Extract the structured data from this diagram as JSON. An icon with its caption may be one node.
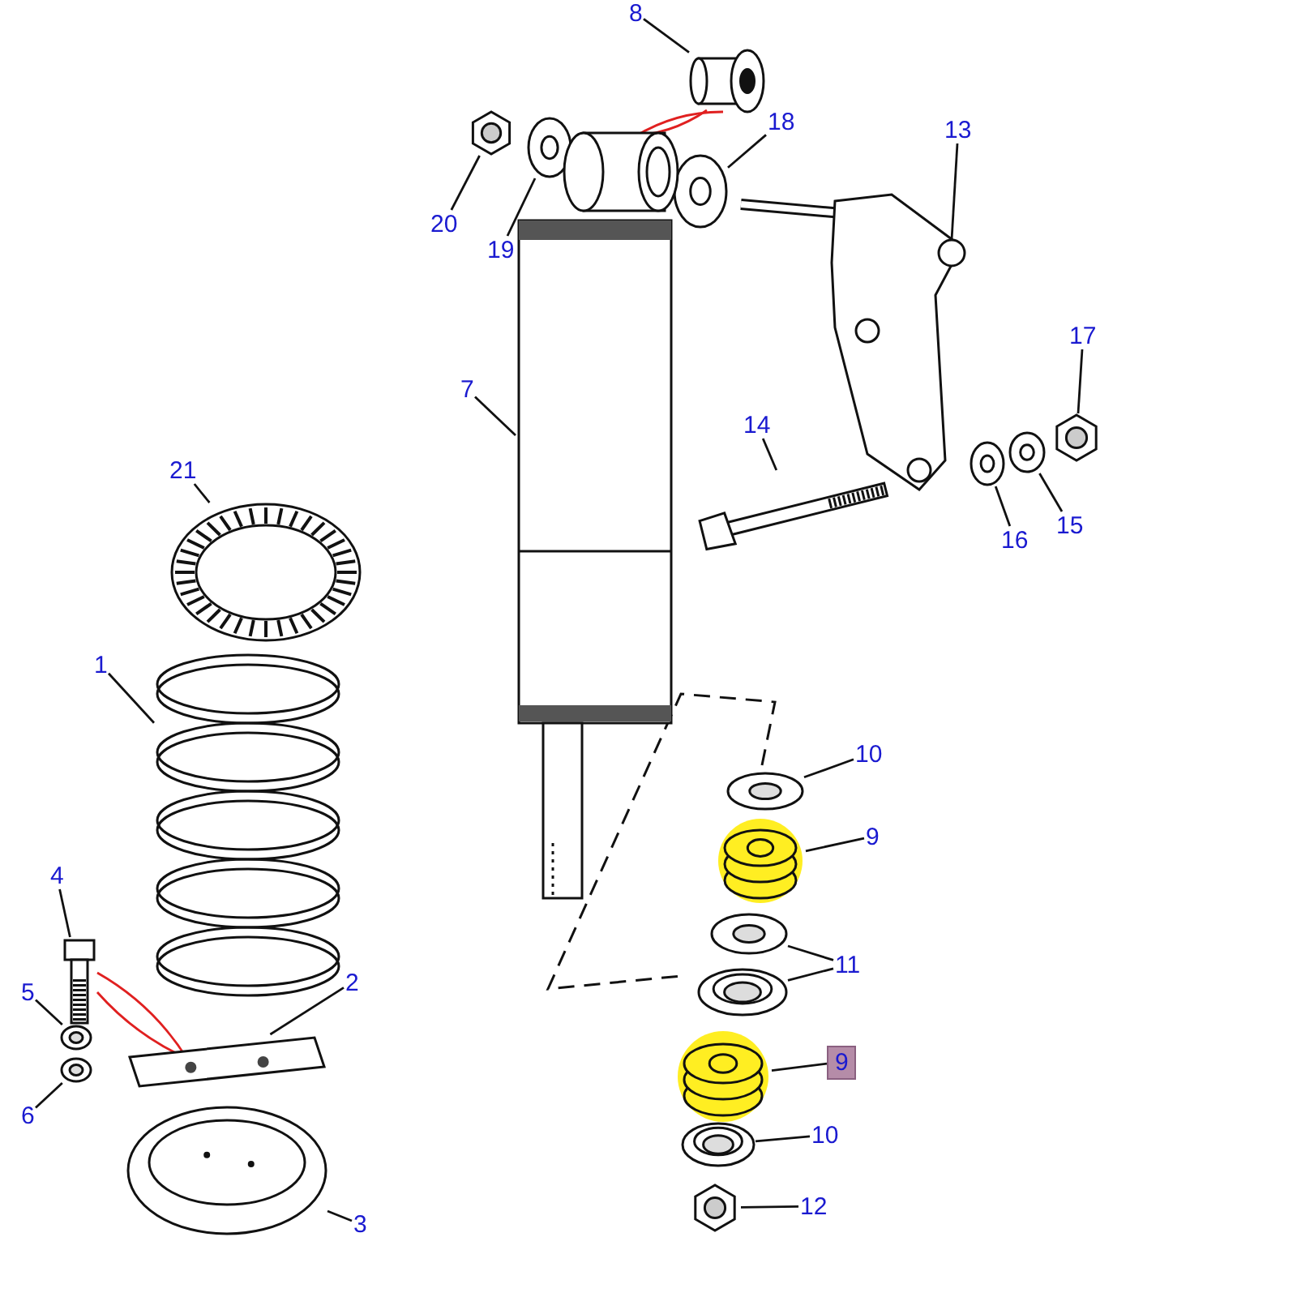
{
  "diagram": {
    "nodes": [
      {
        "text": [
          "8"
        ]
      },
      {
        "text": [
          "18"
        ]
      },
      {
        "text": [
          "20"
        ]
      },
      {
        "text": [
          "19"
        ]
      },
      {
        "text": [
          "13"
        ]
      },
      {
        "text": [
          "7"
        ]
      },
      {
        "text": [
          "17"
        ]
      },
      {
        "text": [
          "14"
        ]
      },
      {
        "text": [
          "16"
        ]
      },
      {
        "text": [
          "15"
        ]
      },
      {
        "text": [
          "21"
        ]
      },
      {
        "text": [
          "1"
        ]
      },
      {
        "text": [
          "10"
        ]
      },
      {
        "text": [
          "9"
        ]
      },
      {
        "text": [
          "11"
        ]
      },
      {
        "text": [
          "4"
        ]
      },
      {
        "text": [
          "2"
        ]
      },
      {
        "text": [
          "5"
        ]
      },
      {
        "text": [
          "6"
        ]
      },
      {
        "text": [
          "9"
        ]
      },
      {
        "text": [
          "10"
        ]
      },
      {
        "text": [
          "3"
        ]
      },
      {
        "text": [
          "12"
        ]
      },
      {
        "text": [],
        "shape": "picture"
      },
      {
        "text": [],
        "shape": "picture"
      },
      {
        "text": [],
        "shape": "picture"
      },
      {
        "text": [],
        "shape": "picture"
      },
      {
        "text": [],
        "shape": "picture"
      },
      {
        "text": [],
        "shape": "picture"
      },
      {
        "text": [],
        "shape": "picture"
      },
      {
        "text": [],
        "shape": "picture"
      },
      {
        "text": [],
        "shape": "picture"
      },
      {
        "text": [],
        "shape": "picture"
      },
      {
        "text": [],
        "shape": "picture"
      },
      {
        "text": [],
        "shape": "picture"
      },
      {
        "text": [],
        "shape": "picture"
      },
      {
        "text": [],
        "shape": "picture"
      },
      {
        "text": [],
        "shape": "picture"
      },
      {
        "text": [],
        "shape": "picture"
      },
      {
        "text": [],
        "shape": "picture"
      },
      {
        "text": [],
        "shape": "picture"
      },
      {
        "text": [],
        "shape": "picture"
      },
      {
        "text": [],
        "shape": "picture"
      },
      {
        "text": [],
        "shape": "picture"
      },
      {
        "text": [],
        "shape": "picture"
      },
      {
        "text": [],
        "shape": "picture"
      },
      {
        "text": [],
        "shape": "picture"
      }
    ],
    "edges": [
      {
        "from": 0,
        "to": 23,
        "arrow": "none"
      },
      {
        "from": 1,
        "to": 24,
        "arrow": "none"
      },
      {
        "from": 2,
        "to": 25,
        "arrow": "none"
      },
      {
        "from": 3,
        "to": 26,
        "arrow": "none"
      },
      {
        "from": 4,
        "to": 28,
        "arrow": "none"
      },
      {
        "from": 5,
        "to": 27,
        "arrow": "none"
      },
      {
        "from": 6,
        "to": 29,
        "arrow": "none"
      },
      {
        "from": 7,
        "to": 30,
        "arrow": "none"
      },
      {
        "from": 8,
        "to": 31,
        "arrow": "none"
      },
      {
        "from": 9,
        "to": 32,
        "arrow": "none"
      },
      {
        "from": 10,
        "to": 33,
        "arrow": "none"
      },
      {
        "from": 11,
        "to": 34,
        "arrow": "none"
      },
      {
        "from": 12,
        "to": 35,
        "arrow": "none"
      },
      {
        "from": 13,
        "to": 36,
        "arrow": "none"
      },
      {
        "from": 14,
        "to": 37,
        "arrow": "none"
      },
      {
        "from": 14,
        "to": 38,
        "arrow": "none"
      },
      {
        "from": 15,
        "to": 39,
        "arrow": "none"
      },
      {
        "from": 16,
        "to": 40,
        "arrow": "none"
      },
      {
        "from": 17,
        "to": 41,
        "arrow": "none"
      },
      {
        "from": 18,
        "to": 42,
        "arrow": "none"
      },
      {
        "from": 19,
        "to": 43,
        "arrow": "none"
      },
      {
        "from": 20,
        "to": 44,
        "arrow": "none"
      },
      {
        "from": 21,
        "to": 45,
        "arrow": "none"
      },
      {
        "from": 22,
        "to": 46,
        "arrow": "none"
      },
      {
        "from": 23,
        "to": 27,
        "arrow": "none",
        "color": "#e02020"
      },
      {
        "from": 23,
        "to": 27,
        "arrow": "none",
        "color": "#e02020"
      },
      {
        "from": 39,
        "to": 40,
        "arrow": "none",
        "color": "#e02020"
      },
      {
        "from": 39,
        "to": 40,
        "arrow": "none",
        "color": "#e02020"
      }
    ]
  }
}
